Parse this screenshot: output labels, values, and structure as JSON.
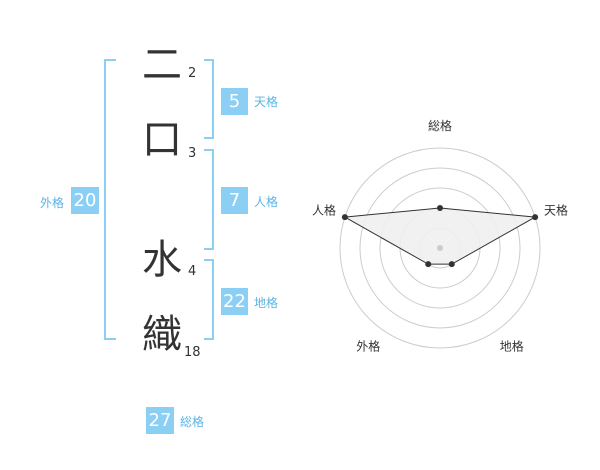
{
  "name": {
    "chars": [
      "二",
      "口",
      "水",
      "織"
    ],
    "strokes": [
      "2",
      "3",
      "4",
      "18"
    ]
  },
  "scores": {
    "tenkaku": {
      "value": "5",
      "label": "天格"
    },
    "jinkaku": {
      "value": "7",
      "label": "人格"
    },
    "chikaku": {
      "value": "22",
      "label": "地格"
    },
    "gaikaku": {
      "value": "20",
      "label": "外格"
    },
    "soukaku": {
      "value": "27",
      "label": "総格"
    }
  },
  "radar": {
    "axes": [
      "総格",
      "天格",
      "地格",
      "外格",
      "人格"
    ],
    "values": [
      0.4,
      1.0,
      0.2,
      0.2,
      1.0
    ],
    "levels": 5,
    "colors": {
      "grid": "#cccccc",
      "fill": "#f0f0f0",
      "line": "#333333",
      "point": "#333333",
      "center": "#cccccc"
    }
  },
  "colors": {
    "accent": "#8ccff5",
    "label": "#5ab4e6"
  }
}
